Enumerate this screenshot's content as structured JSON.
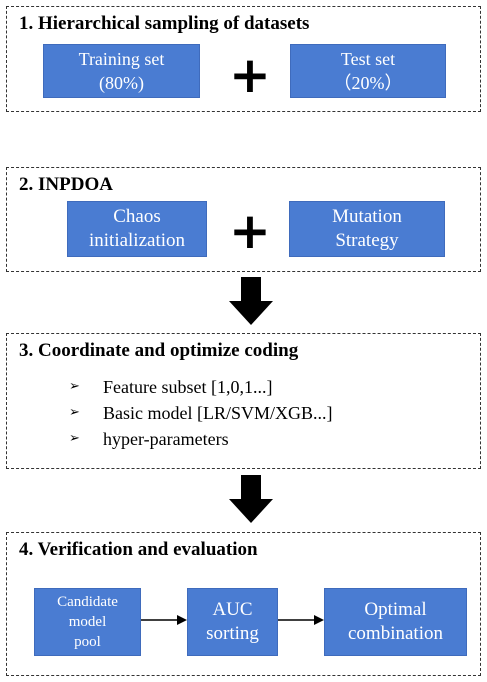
{
  "sections": [
    {
      "title": "1. Hierarchical sampling of datasets",
      "boxes": [
        [
          "Training set",
          "(80%)"
        ],
        [
          "Test set",
          "（20%）"
        ]
      ],
      "joiner": "+"
    },
    {
      "title": "2. INPDOA",
      "boxes": [
        [
          "Chaos",
          "initialization"
        ],
        [
          "Mutation",
          "Strategy"
        ]
      ],
      "joiner": "+"
    },
    {
      "title": "3. Coordinate and optimize coding",
      "bullets": [
        "Feature subset [1,0,1...]",
        "Basic model [LR/SVM/XGB...]",
        "hyper-parameters"
      ],
      "bullet_marker": "➢"
    },
    {
      "title": "4. Verification and evaluation",
      "boxes": [
        [
          "Candidate",
          "model",
          "pool"
        ],
        [
          "AUC",
          "sorting"
        ],
        [
          "Optimal",
          "combination"
        ]
      ]
    }
  ],
  "colors": {
    "box_fill": "#4a7cd2",
    "box_text": "#ffffff",
    "arrow": "#000000"
  }
}
